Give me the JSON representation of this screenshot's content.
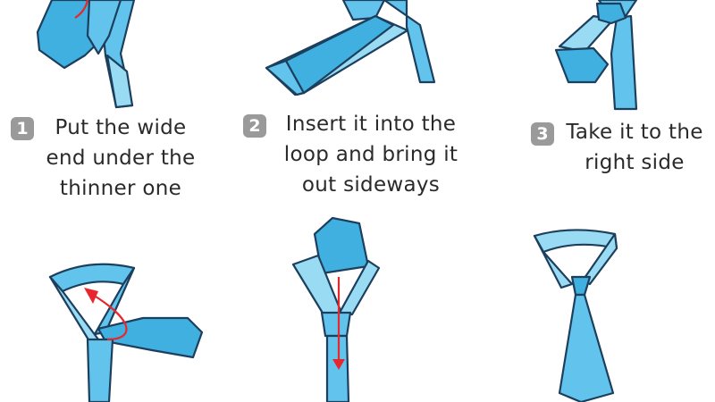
{
  "steps": [
    {
      "number": "1",
      "lines": [
        "Put the wide",
        "end under the",
        "thinner one"
      ]
    },
    {
      "number": "2",
      "lines": [
        "Insert it into the",
        "loop and bring it",
        "out sideways"
      ]
    },
    {
      "number": "3",
      "lines": [
        "Take it to the",
        "right side"
      ]
    }
  ],
  "colors": {
    "tie": "#62c4ec",
    "tie_dark": "#3fb0df",
    "outline": "#1d3f5e",
    "arrow": "#e8262d",
    "badge": "#9a9a9a"
  }
}
